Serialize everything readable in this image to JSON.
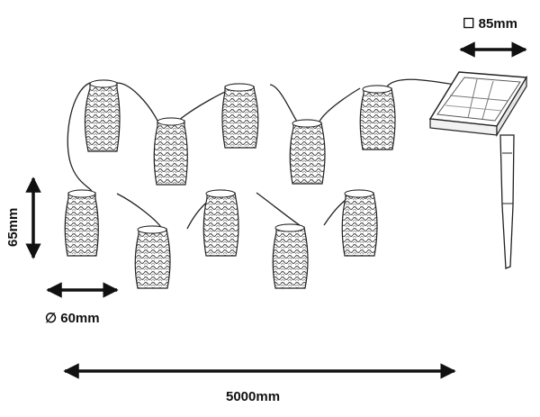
{
  "dimensions": {
    "panel": "☐ 85mm",
    "height": "65mm",
    "diameter": "∅ 60mm",
    "length": "5000mm"
  },
  "colors": {
    "ink": "#222222",
    "weave": "#333333"
  },
  "icons": {
    "panel_symbol": "square-icon",
    "diameter_symbol": "diameter-icon"
  }
}
